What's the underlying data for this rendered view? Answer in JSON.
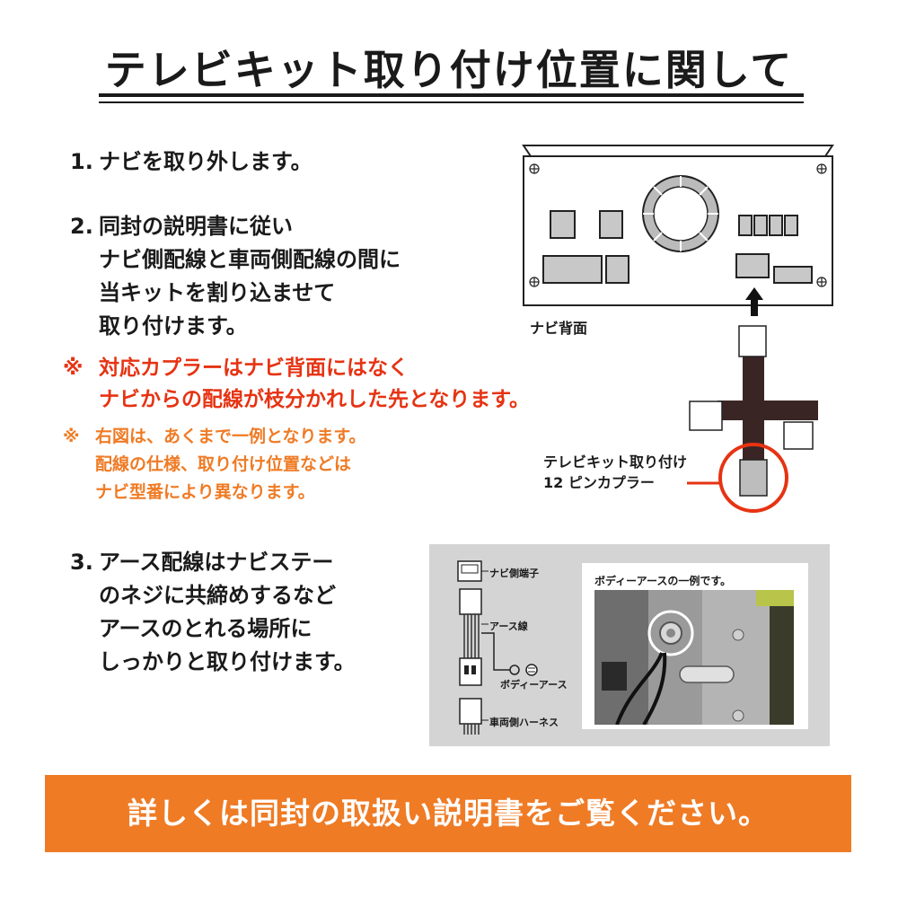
{
  "title": "テレビキット取り付け位置に関して",
  "step1": {
    "num": "1.",
    "text": "ナビを取り外します。"
  },
  "step2": {
    "num": "2.",
    "lines": [
      "同封の説明書に従い",
      "ナビ側配線と車両側配線の間に",
      "当キットを割り込ませて",
      "取り付けます。"
    ]
  },
  "note_red": {
    "mark": "※",
    "lines": [
      "対応カプラーはナビ背面にはなく",
      "ナビからの配線が枝分かれした先となります。"
    ]
  },
  "note_orange": {
    "mark": "※",
    "lines": [
      "右図は、あくまで一例となります。",
      "配線の仕様、取り付け位置などは",
      "ナビ型番により異なります。"
    ]
  },
  "step3": {
    "num": "3.",
    "lines": [
      "アース配線はナビステー",
      "のネジに共締めするなど",
      "アースのとれる場所に",
      "しっかりと取り付けます。"
    ]
  },
  "diagram": {
    "navi_back_label": "ナビ背面",
    "coupler_label": [
      "テレビキット取り付け",
      "12 ピンカプラー"
    ]
  },
  "ground_diagram": {
    "navi_terminal": "ナビ側端子",
    "earth_wire": "アース線",
    "body_earth": "ボディーアース",
    "vehicle_harness": "車両側ハーネス",
    "photo_caption": "ボディーアースの一例です。"
  },
  "footer": "詳しくは同封の取扱い説明書をご覧ください。",
  "colors": {
    "red": "#e63313",
    "orange": "#ef7b25",
    "text": "#1a1a1a"
  }
}
